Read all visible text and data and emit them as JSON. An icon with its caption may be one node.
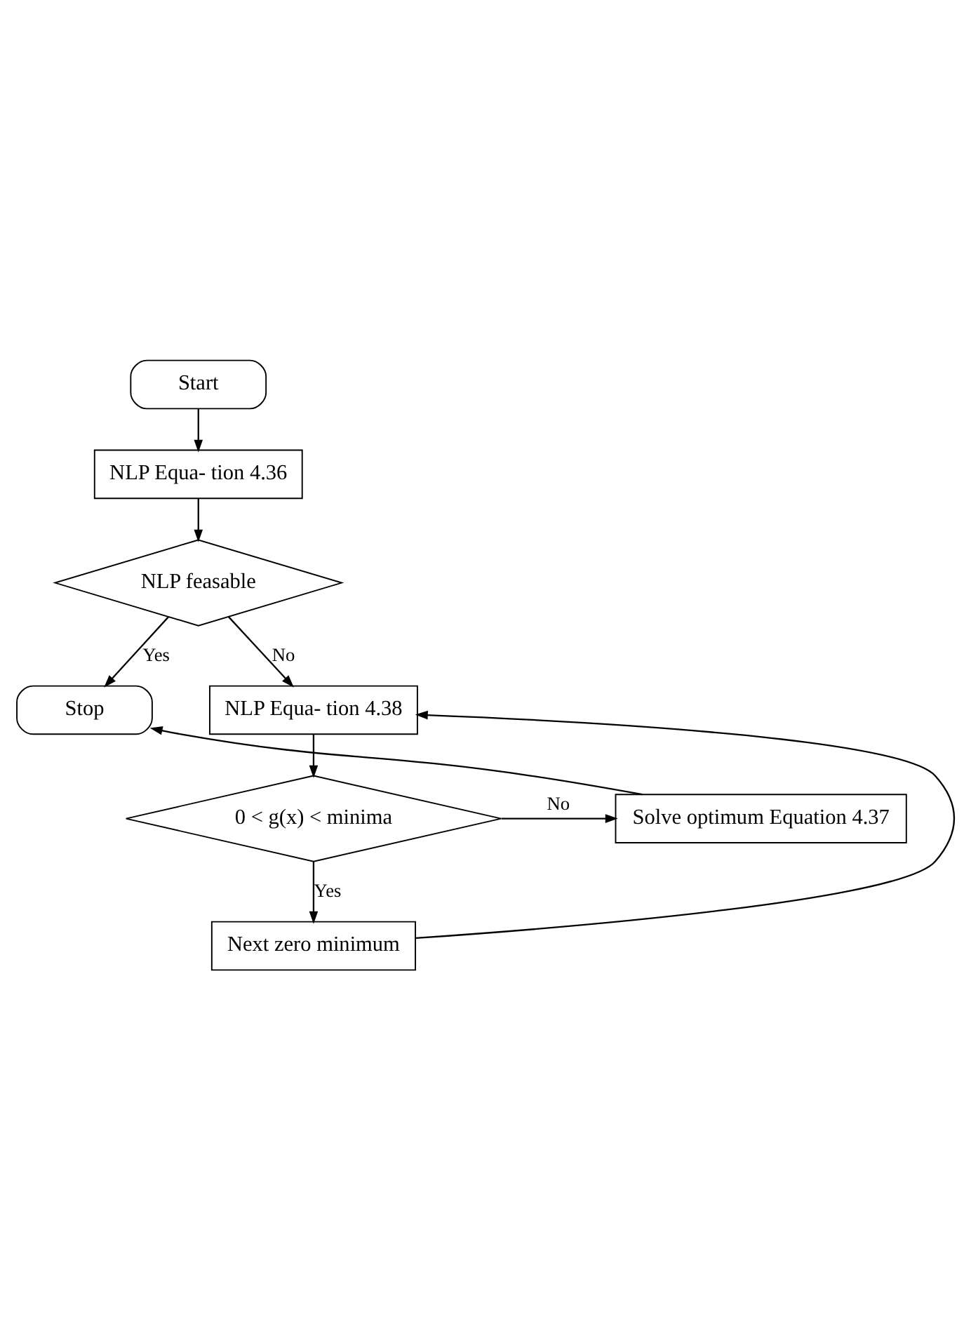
{
  "diagram": {
    "nodes": [
      {
        "text": [
          "Start"
        ]
      },
      {
        "text": [
          "NLP Equa- tion 4.36"
        ]
      },
      {
        "text": [
          "NLP feasable"
        ]
      },
      {
        "text": [
          "Stop"
        ]
      },
      {
        "text": [
          "NLP Equa- tion 4.38"
        ]
      },
      {
        "text": [
          "0 < g(x) < minima"
        ]
      },
      {
        "text": [
          "Solve optimum Equation 4.37"
        ]
      },
      {
        "text": [
          "Next zero minimum"
        ]
      }
    ],
    "edges": [
      {
        "from": 0,
        "to": 1,
        "arrow": "to"
      },
      {
        "from": 1,
        "to": 2,
        "arrow": "to"
      },
      {
        "from": 2,
        "to": 3,
        "arrow": "to",
        "label": "Yes"
      },
      {
        "from": 2,
        "to": 4,
        "arrow": "to",
        "label": "No"
      },
      {
        "from": 4,
        "to": 5,
        "arrow": "to"
      },
      {
        "from": 5,
        "to": 6,
        "arrow": "to",
        "label": "No"
      },
      {
        "from": 6,
        "to": 3,
        "arrow": "to"
      },
      {
        "from": 5,
        "to": 7,
        "arrow": "to",
        "label": "Yes"
      },
      {
        "from": 7,
        "to": 4,
        "arrow": "to"
      }
    ]
  }
}
